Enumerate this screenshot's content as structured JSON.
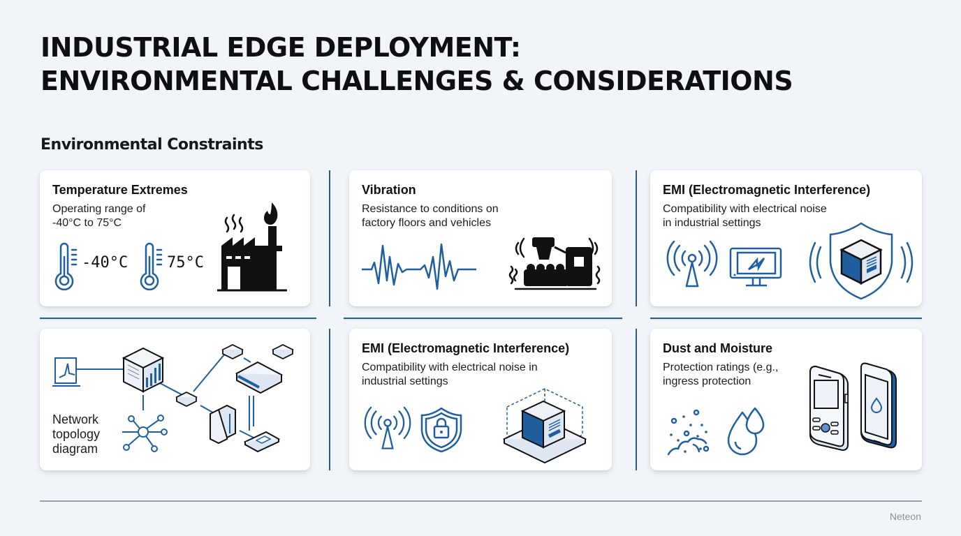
{
  "header": {
    "title_line1": "INDUSTRIAL EDGE DEPLOYMENT:",
    "title_line2": "ENVIRONMENTAL CHALLENGES & CONSIDERATIONS"
  },
  "section": {
    "title": "Environmental Constraints"
  },
  "cards": [
    {
      "title": "Temperature Extremes",
      "description": "Operating range of\n-40°C to 75°C",
      "low_temp": "-40°C",
      "high_temp": "75°C",
      "icons": [
        "thermometer-icon",
        "thermometer-icon",
        "factory-icon"
      ]
    },
    {
      "title": "Vibration",
      "description": "Resistance to conditions on\nfactory floors and vehicles",
      "icons": [
        "waveform-icon",
        "vibrating-machine-icon"
      ]
    },
    {
      "title": "EMI (Electromagnetic Interference)",
      "description": "Compatibility with electrical noise\nin industrial settings",
      "icons": [
        "antenna-icon",
        "monitor-lightning-icon",
        "shielded-device-icon"
      ]
    },
    {
      "title": "",
      "description": "Network\ntopology\ndiagram",
      "icons": [
        "laptop-icon",
        "server-cube-icon",
        "switch-icon",
        "hub-icon",
        "server-rack-icon",
        "handheld-device-icon"
      ]
    },
    {
      "title": "EMI (Electromagnetic Interference)",
      "description": "Compatibility with electrical noise in\nindustrial settings",
      "icons": [
        "antenna-icon",
        "shield-lock-icon",
        "enclosed-device-icon"
      ]
    },
    {
      "title": "Dust and Moisture",
      "description": "Protection ratings (e.g.,\ningress protection",
      "icons": [
        "dust-icon",
        "water-drops-icon",
        "rugged-phone-icon",
        "rugged-tablet-icon"
      ]
    }
  ],
  "footer": {
    "brand": "Neteon"
  },
  "colors": {
    "background": "#f1f4f8",
    "accent_blue": "#1f5fa0",
    "divider": "#2a5d80",
    "card": "#ffffff",
    "text": "#0f1115"
  }
}
